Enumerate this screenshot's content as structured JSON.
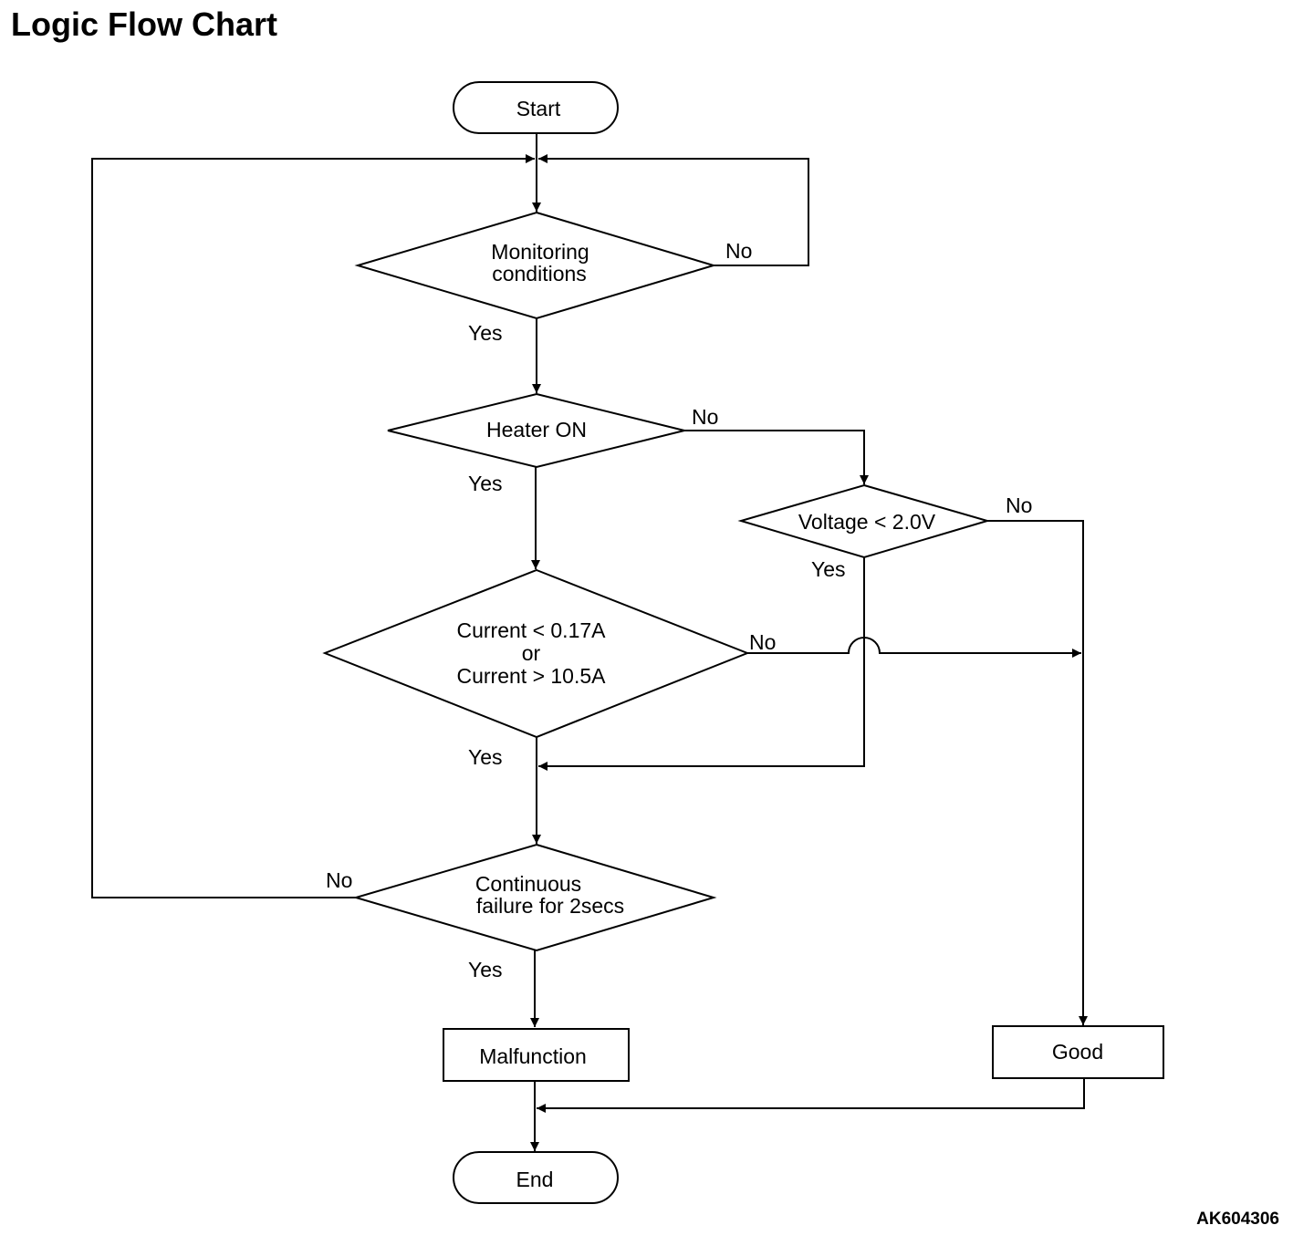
{
  "title": "Logic Flow Chart",
  "figure_id": "AK604306",
  "nodes": {
    "start": "Start",
    "monitoring": [
      "Monitoring",
      "conditions"
    ],
    "heater": "Heater ON",
    "voltage": "Voltage < 2.0V",
    "current": [
      "Current < 0.17A",
      "or",
      "Current > 10.5A"
    ],
    "continuous": [
      "Continuous",
      "failure for 2secs"
    ],
    "malfunction": "Malfunction",
    "good": "Good",
    "end": "End"
  },
  "labels": {
    "yes": "Yes",
    "no": "No"
  }
}
